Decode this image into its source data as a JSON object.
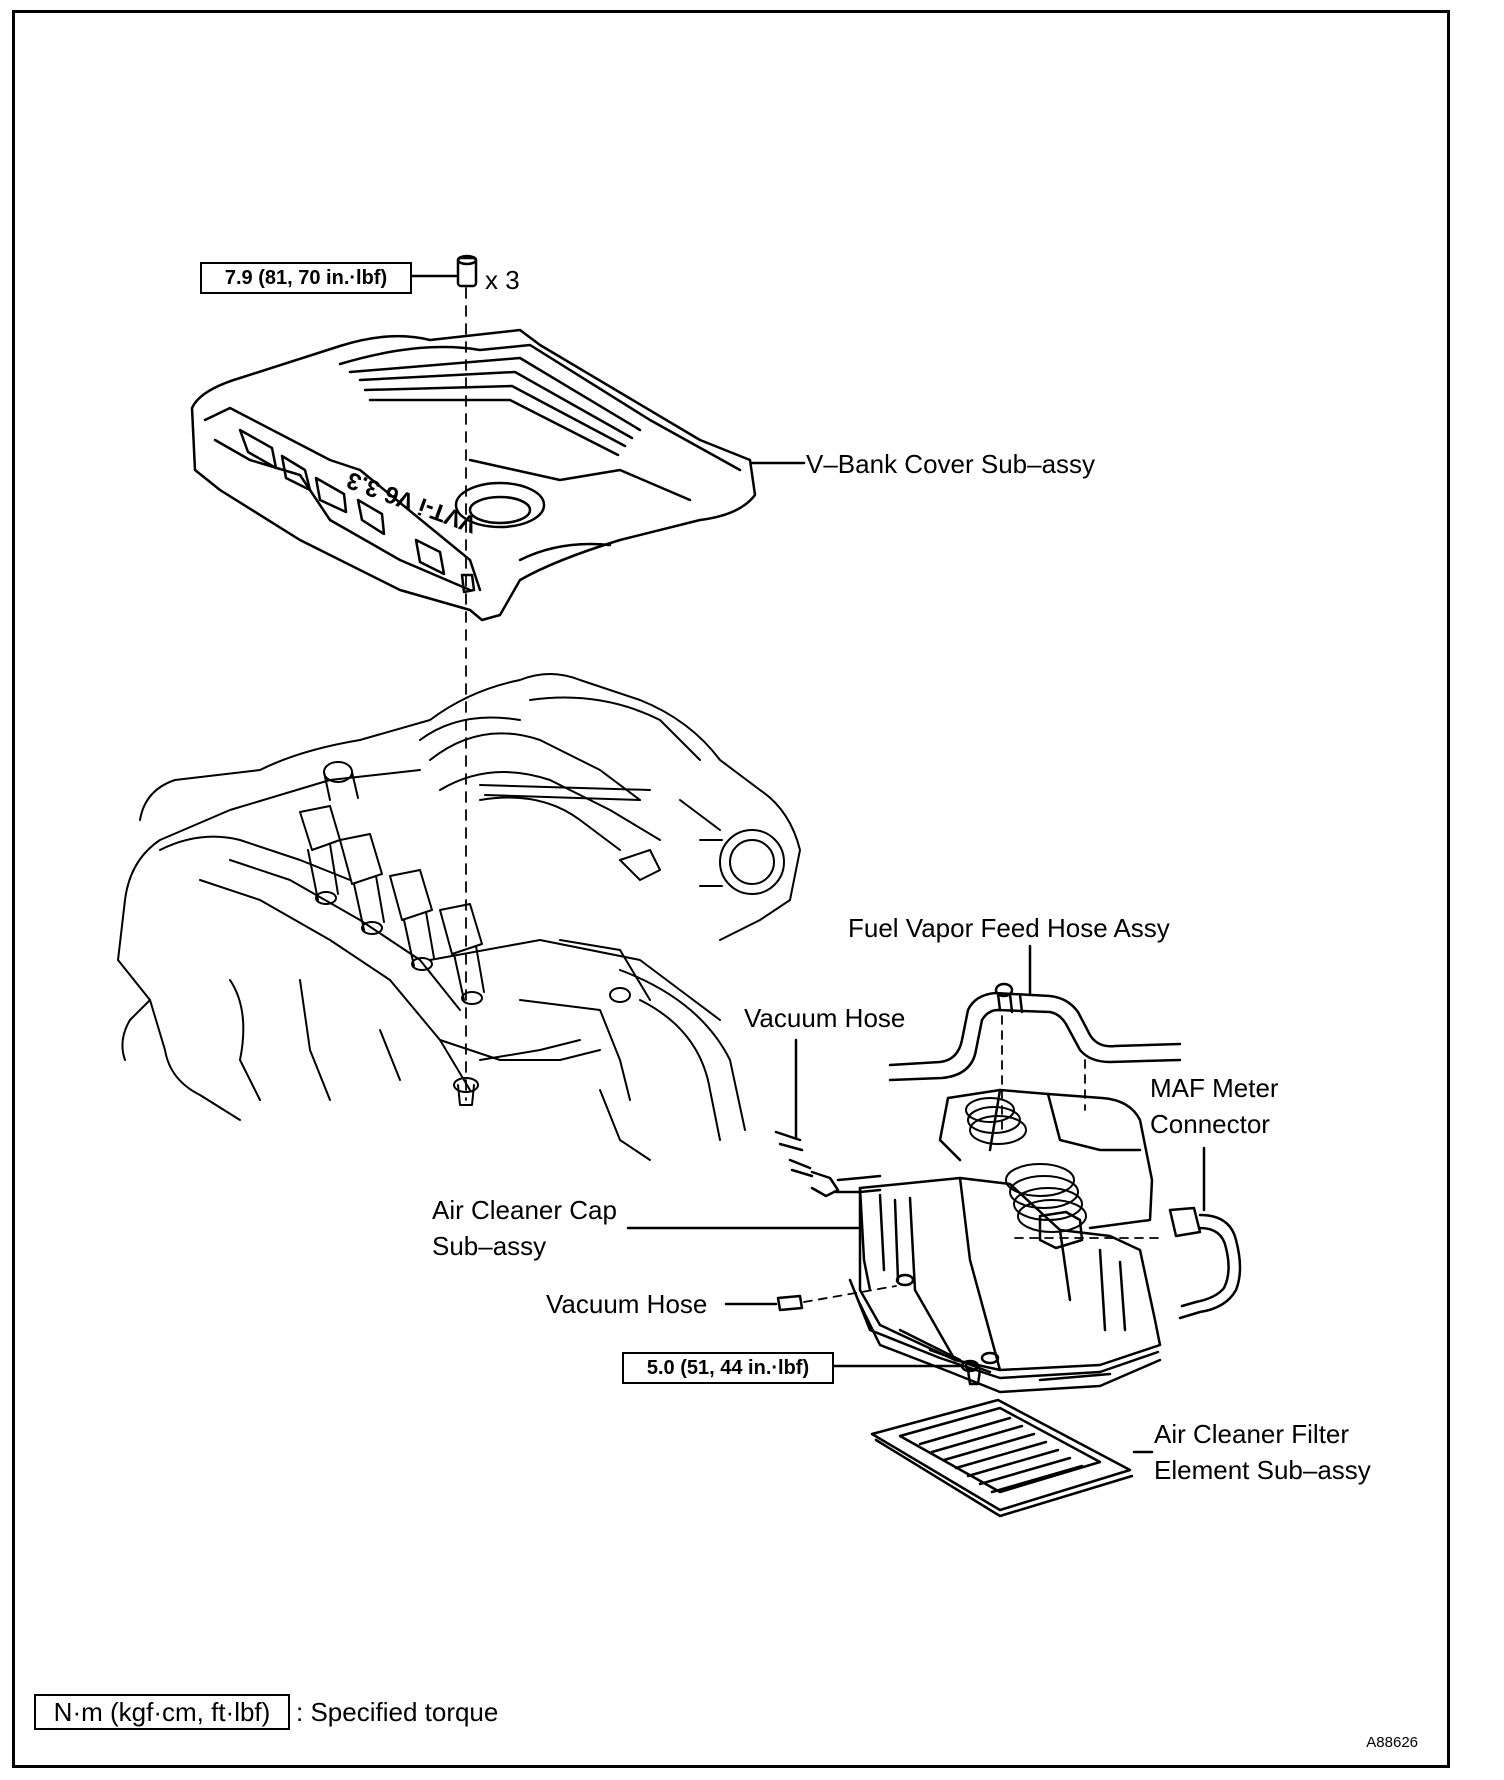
{
  "torque_specs": {
    "v_bank_bolt": "7.9 (81, 70 in.·lbf)",
    "air_cleaner_bolt": "5.0 (51, 44 in.·lbf)"
  },
  "quantity": "x 3",
  "cover_lettering": "VVT-i V6 3.3",
  "labels": {
    "v_bank_cover": "V–Bank Cover Sub–assy",
    "fuel_vapor_hose": "Fuel Vapor Feed Hose Assy",
    "vacuum_hose_top": "Vacuum Hose",
    "maf_connector_line1": "MAF Meter",
    "maf_connector_line2": "Connector",
    "air_cleaner_cap_line1": "Air Cleaner Cap",
    "air_cleaner_cap_line2": "Sub–assy",
    "vacuum_hose_bottom": "Vacuum Hose",
    "filter_element_line1": "Air Cleaner Filter",
    "filter_element_line2": "Element Sub–assy"
  },
  "legend": {
    "units": "N·m (kgf·cm, ft·lbf)",
    "description": ": Specified torque"
  },
  "reference_code": "A88626"
}
